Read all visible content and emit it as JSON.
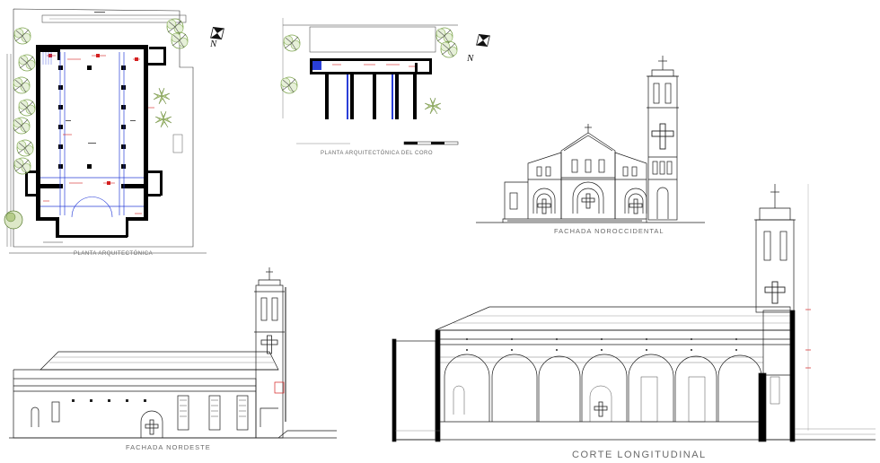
{
  "sheet": {
    "captions": {
      "plan_main": "PLANTA ARQUITECTÓNICA",
      "plan_choir": "PLANTA ARQUITECTÓNICA DEL CORO",
      "facade_nw": "FACHADA NOROCCIDENTAL",
      "facade_ne": "FACHADA NORDESTE",
      "section_long": "CORTE LONGITUDINAL"
    },
    "north_label": "N",
    "colors": {
      "line": "#1a1a1a",
      "wall": "#000000",
      "dimension": "#d42020",
      "axis": "#2a3fd8",
      "vegetation": "#6a9a3a",
      "caption": "#6a6a6a"
    },
    "icons": [
      "north-arrow-icon",
      "tree-icon",
      "palm-icon",
      "cross-icon"
    ]
  }
}
